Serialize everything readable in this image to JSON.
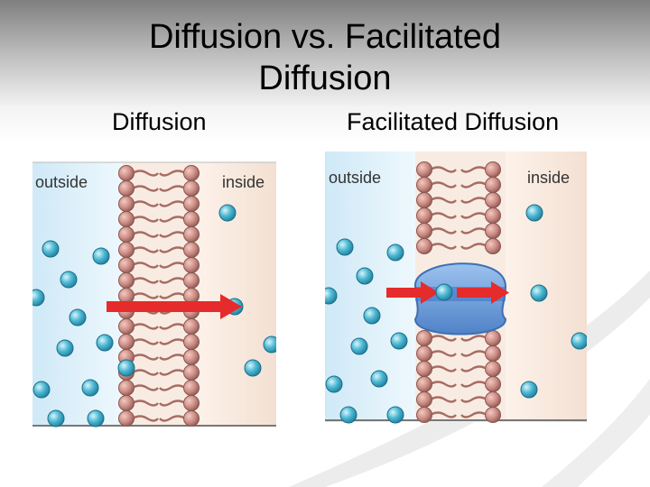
{
  "slide": {
    "title_line1": "Diffusion vs. Facilitated",
    "title_line2": "Diffusion",
    "left_heading": "Diffusion",
    "right_heading": "Facilitated Diffusion"
  },
  "diagrams": {
    "diffusion": {
      "outside_label": "outside",
      "inside_label": "inside"
    },
    "facilitated": {
      "outside_label": "outside",
      "inside_label": "inside"
    }
  },
  "colors": {
    "outside_fluid": "#d4ecf8",
    "inside_fluid": "#f6e8dc",
    "phospholipid_head": "#c98a82",
    "molecule": "#4fb9d3",
    "arrow": "#e52b2b",
    "channel_protein": "#6e9fdc"
  }
}
